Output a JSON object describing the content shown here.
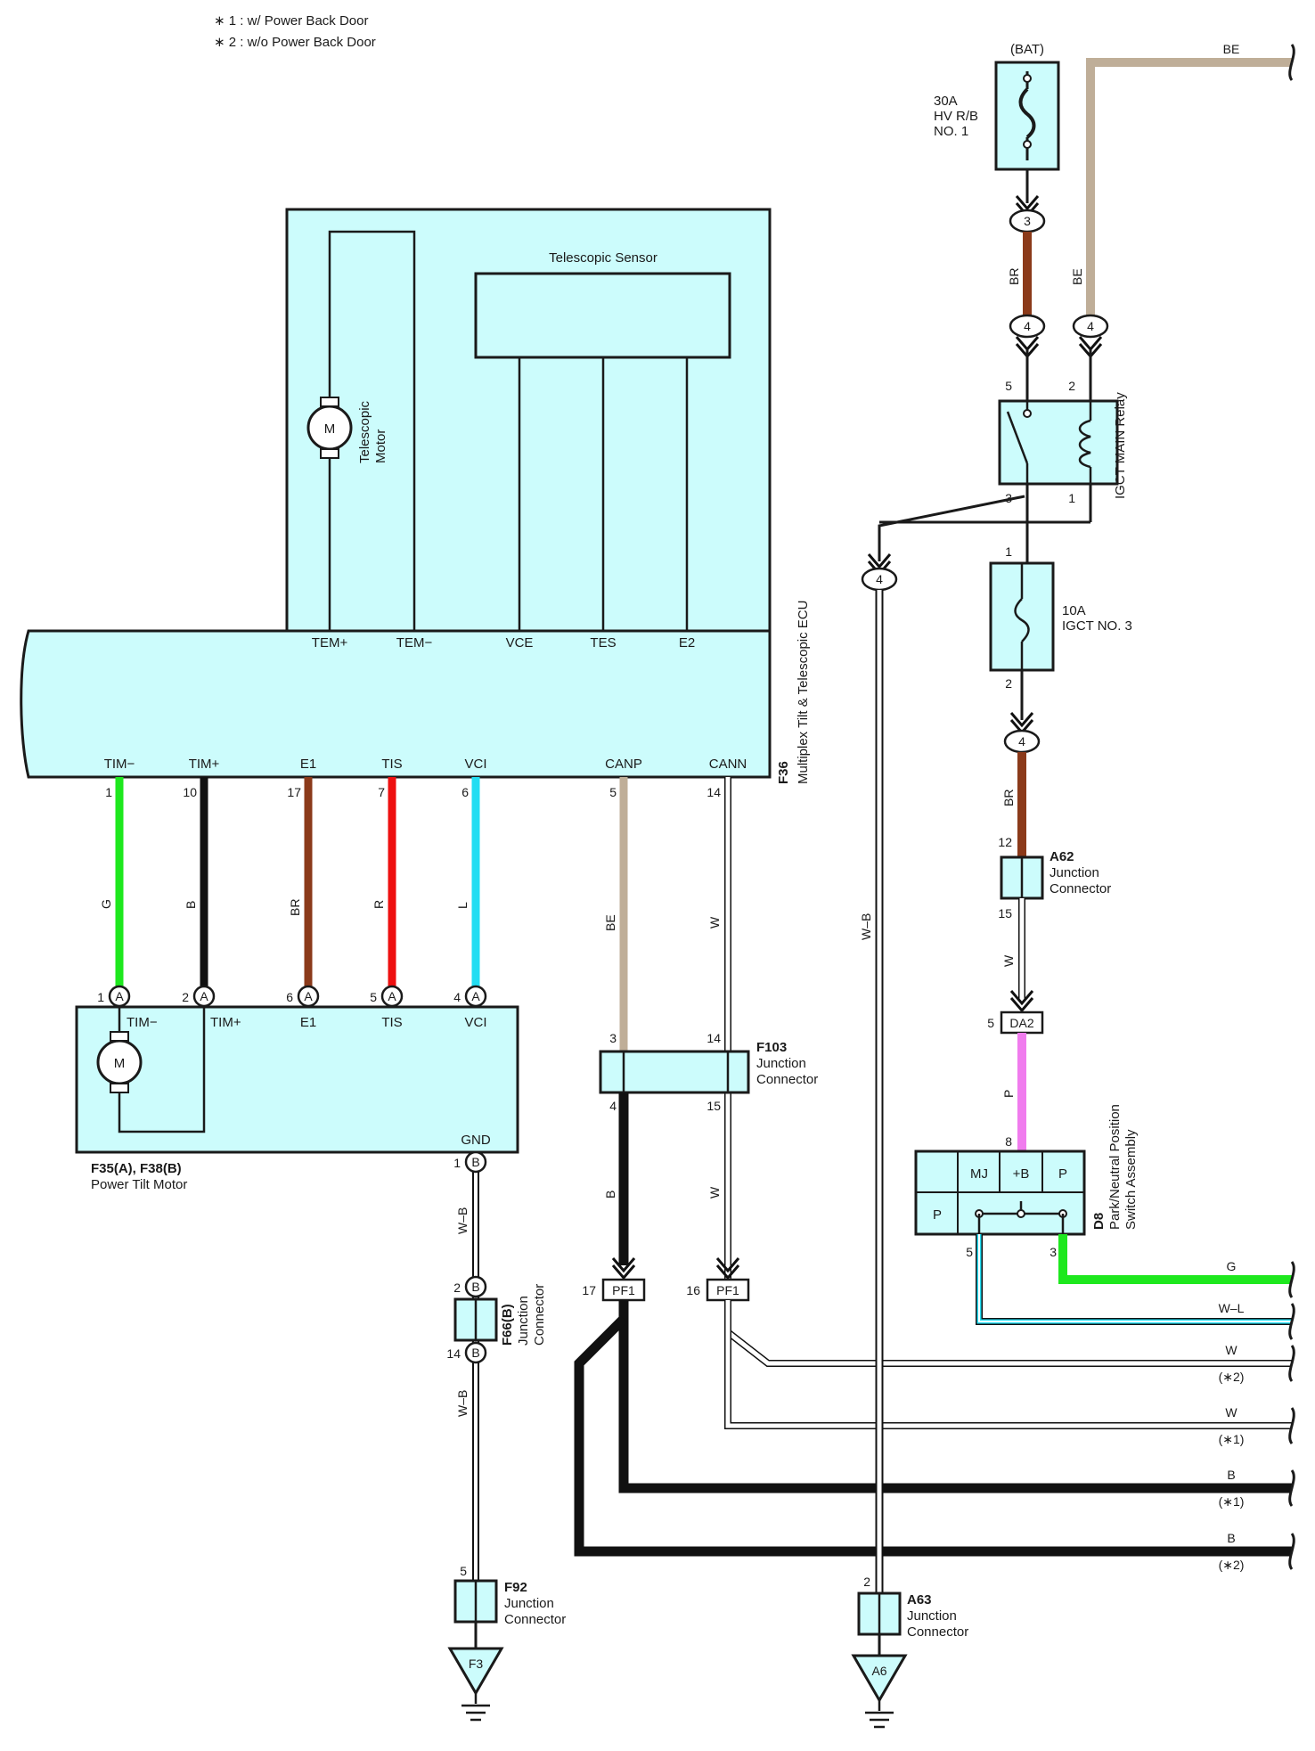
{
  "notes": [
    "∗ 1 : w/ Power Back Door",
    "∗ 2 : w/o Power Back Door"
  ],
  "ecu": {
    "code": "F36",
    "name": "Multiplex Tilt & Telescopic ECU",
    "top_terminals": [
      "TEM+",
      "TEM−",
      "VCE",
      "TES",
      "E2"
    ],
    "bottom_terminals": [
      "TIM−",
      "TIM+",
      "E1",
      "TIS",
      "VCI",
      "CANP",
      "CANN"
    ],
    "bottom_pins": [
      "1",
      "10",
      "17",
      "7",
      "6",
      "5",
      "14"
    ]
  },
  "telescopic_sensor": "Telescopic Sensor",
  "telescopic_motor": [
    "Telescopic",
    "Motor"
  ],
  "tilt_motor": {
    "code": "F35(A), F38(B)",
    "name": "Power Tilt Motor",
    "terminals": [
      "TIM−",
      "TIM+",
      "E1",
      "TIS",
      "VCI",
      "GND"
    ],
    "pins": [
      "1",
      "2",
      "6",
      "5",
      "4",
      "1"
    ],
    "conn": [
      "A",
      "A",
      "A",
      "A",
      "A",
      "B"
    ]
  },
  "motor_symbol": "M",
  "wire_colors": [
    "G",
    "B",
    "BR",
    "R",
    "L",
    "BE",
    "W",
    "W–B",
    "BE",
    "BR",
    "W",
    "P",
    "W–B",
    "W–B",
    "B",
    "W"
  ],
  "f103": {
    "code": "F103",
    "name": [
      "Junction",
      "Connector"
    ],
    "pins": [
      "3",
      "14",
      "4",
      "15"
    ]
  },
  "f66": {
    "code": "F66(B)",
    "name": [
      "Junction",
      "Connector"
    ],
    "pins": [
      "2",
      "14"
    ],
    "conn": [
      "B",
      "B"
    ]
  },
  "f92": {
    "code": "F92",
    "name": [
      "Junction",
      "Connector"
    ],
    "pin": "5",
    "ground": "F3"
  },
  "a63": {
    "code": "A63",
    "name": [
      "Junction",
      "Connector"
    ],
    "pin": "2",
    "ground": "A6"
  },
  "a62": {
    "code": "A62",
    "name": [
      "Junction",
      "Connector"
    ],
    "pins": [
      "12",
      "15"
    ]
  },
  "pf1": {
    "label": "PF1",
    "pins": [
      "17",
      "16"
    ]
  },
  "da2": {
    "label": "DA2",
    "pin": "5"
  },
  "fuse_bat": {
    "source": "(BAT)",
    "lines": [
      "30A",
      "HV R/B",
      "NO. 1"
    ]
  },
  "relay": {
    "name": "IGCT MAIN Relay",
    "pins": [
      "5",
      "2",
      "3",
      "1"
    ]
  },
  "fuse_igct": {
    "lines": [
      "10A",
      "IGCT NO. 3"
    ],
    "pins": [
      "1",
      "2"
    ]
  },
  "circle_pins": [
    "3",
    "4",
    "4",
    "4",
    "4"
  ],
  "pnp": {
    "code": "D8",
    "name": [
      "Park/Neutral Position",
      "Switch Assembly"
    ],
    "cells": [
      "MJ",
      "+B",
      "P",
      "P"
    ],
    "pins": [
      "8",
      "5",
      "3"
    ]
  },
  "right_wires": [
    {
      "color": "BE",
      "note": ""
    },
    {
      "color": "G",
      "note": ""
    },
    {
      "color": "W–L",
      "note": ""
    },
    {
      "color": "W",
      "note": "(∗2)"
    },
    {
      "color": "W",
      "note": "(∗1)"
    },
    {
      "color": "B",
      "note": "(∗1)"
    },
    {
      "color": "B",
      "note": "(∗2)"
    }
  ],
  "colors": {
    "green": "#1ee81e",
    "black": "#111111",
    "brown": "#8b3a1a",
    "red": "#ee1010",
    "light_blue": "#22ddf2",
    "beige": "#bfae98",
    "pink": "#f07cee",
    "component_fill": "#ccfcfc"
  }
}
